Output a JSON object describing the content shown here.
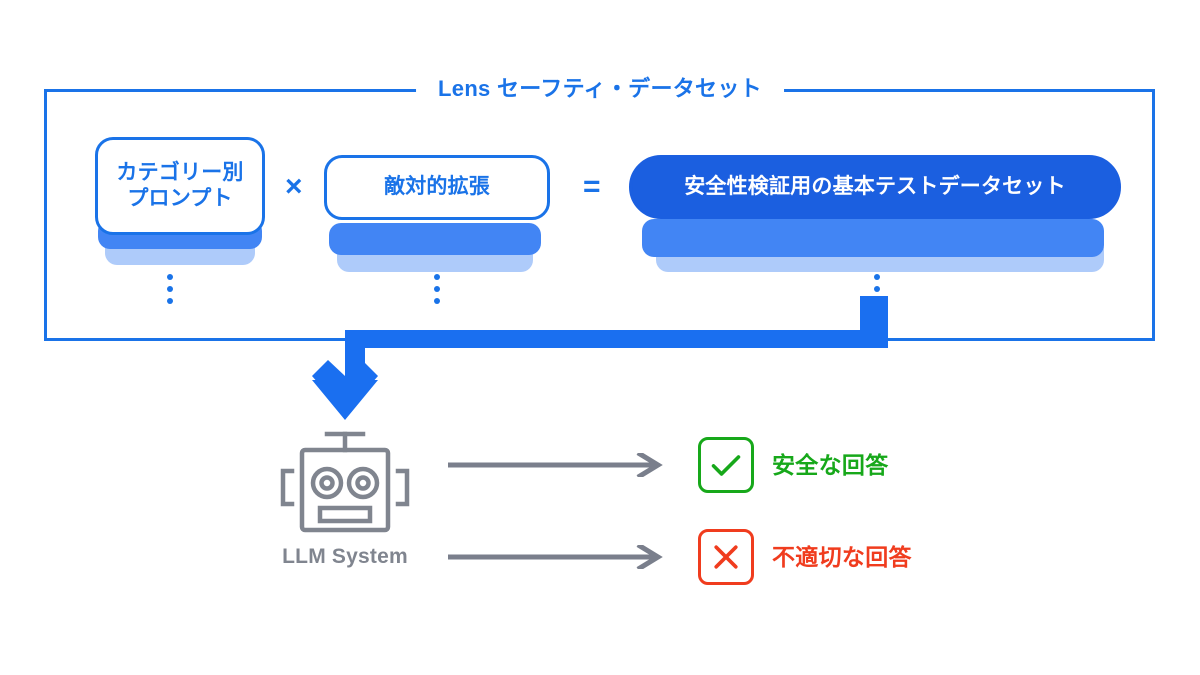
{
  "diagram": {
    "title": "Lens セーフティ・データセット",
    "frame": {
      "accent_color": "#1a73e8"
    },
    "formula": {
      "operands": [
        {
          "id": "category-prompts",
          "label_line1": "カテゴリー別",
          "label_line2": "プロンプト",
          "style": "outline",
          "dots": "⋮"
        },
        {
          "id": "adversarial-augmentation",
          "label_line1": "敵対的拡張",
          "label_line2": "",
          "style": "outline",
          "dots": "⋮"
        },
        {
          "id": "safety-test-dataset",
          "label_line1": "安全性検証用の基本テストデータセット",
          "label_line2": "",
          "style": "filled",
          "dots": "⋮"
        }
      ],
      "operators": {
        "multiply": "×",
        "equals": "="
      }
    },
    "system": {
      "icon": "robot-icon",
      "label": "LLM System",
      "color": "#80858f"
    },
    "outcomes": [
      {
        "id": "safe-response",
        "icon": "check-icon",
        "label": "安全な回答",
        "color": "#17a81a"
      },
      {
        "id": "unsafe-response",
        "icon": "cross-icon",
        "label": "不適切な回答",
        "color": "#f03c1e"
      }
    ],
    "colors": {
      "primary_blue": "#1a73e8",
      "deep_blue": "#1b5fe0",
      "mid_blue": "#4285f4",
      "light_blue": "#aecbfa",
      "gray": "#80858f",
      "green": "#17a81a",
      "red": "#f03c1e"
    }
  }
}
